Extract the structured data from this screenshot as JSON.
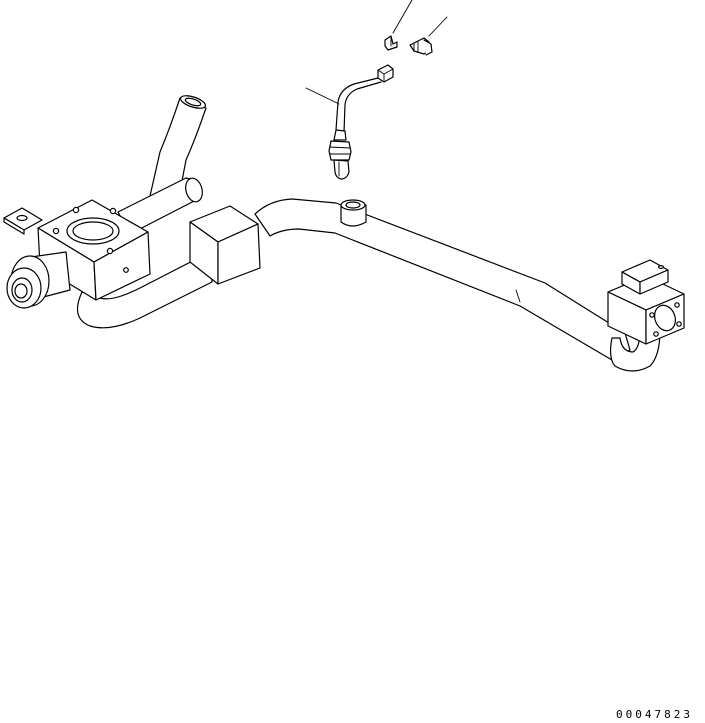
{
  "diagram": {
    "drawing_number": "00047823",
    "parts": [
      "pipe-assembly",
      "left-block-flange",
      "mounting-bracket",
      "center-block",
      "right-flange-block",
      "temperature-sensor",
      "sensor-connector",
      "clip",
      "bolt"
    ],
    "colors": {
      "line": "#000000",
      "background": "#ffffff"
    }
  }
}
